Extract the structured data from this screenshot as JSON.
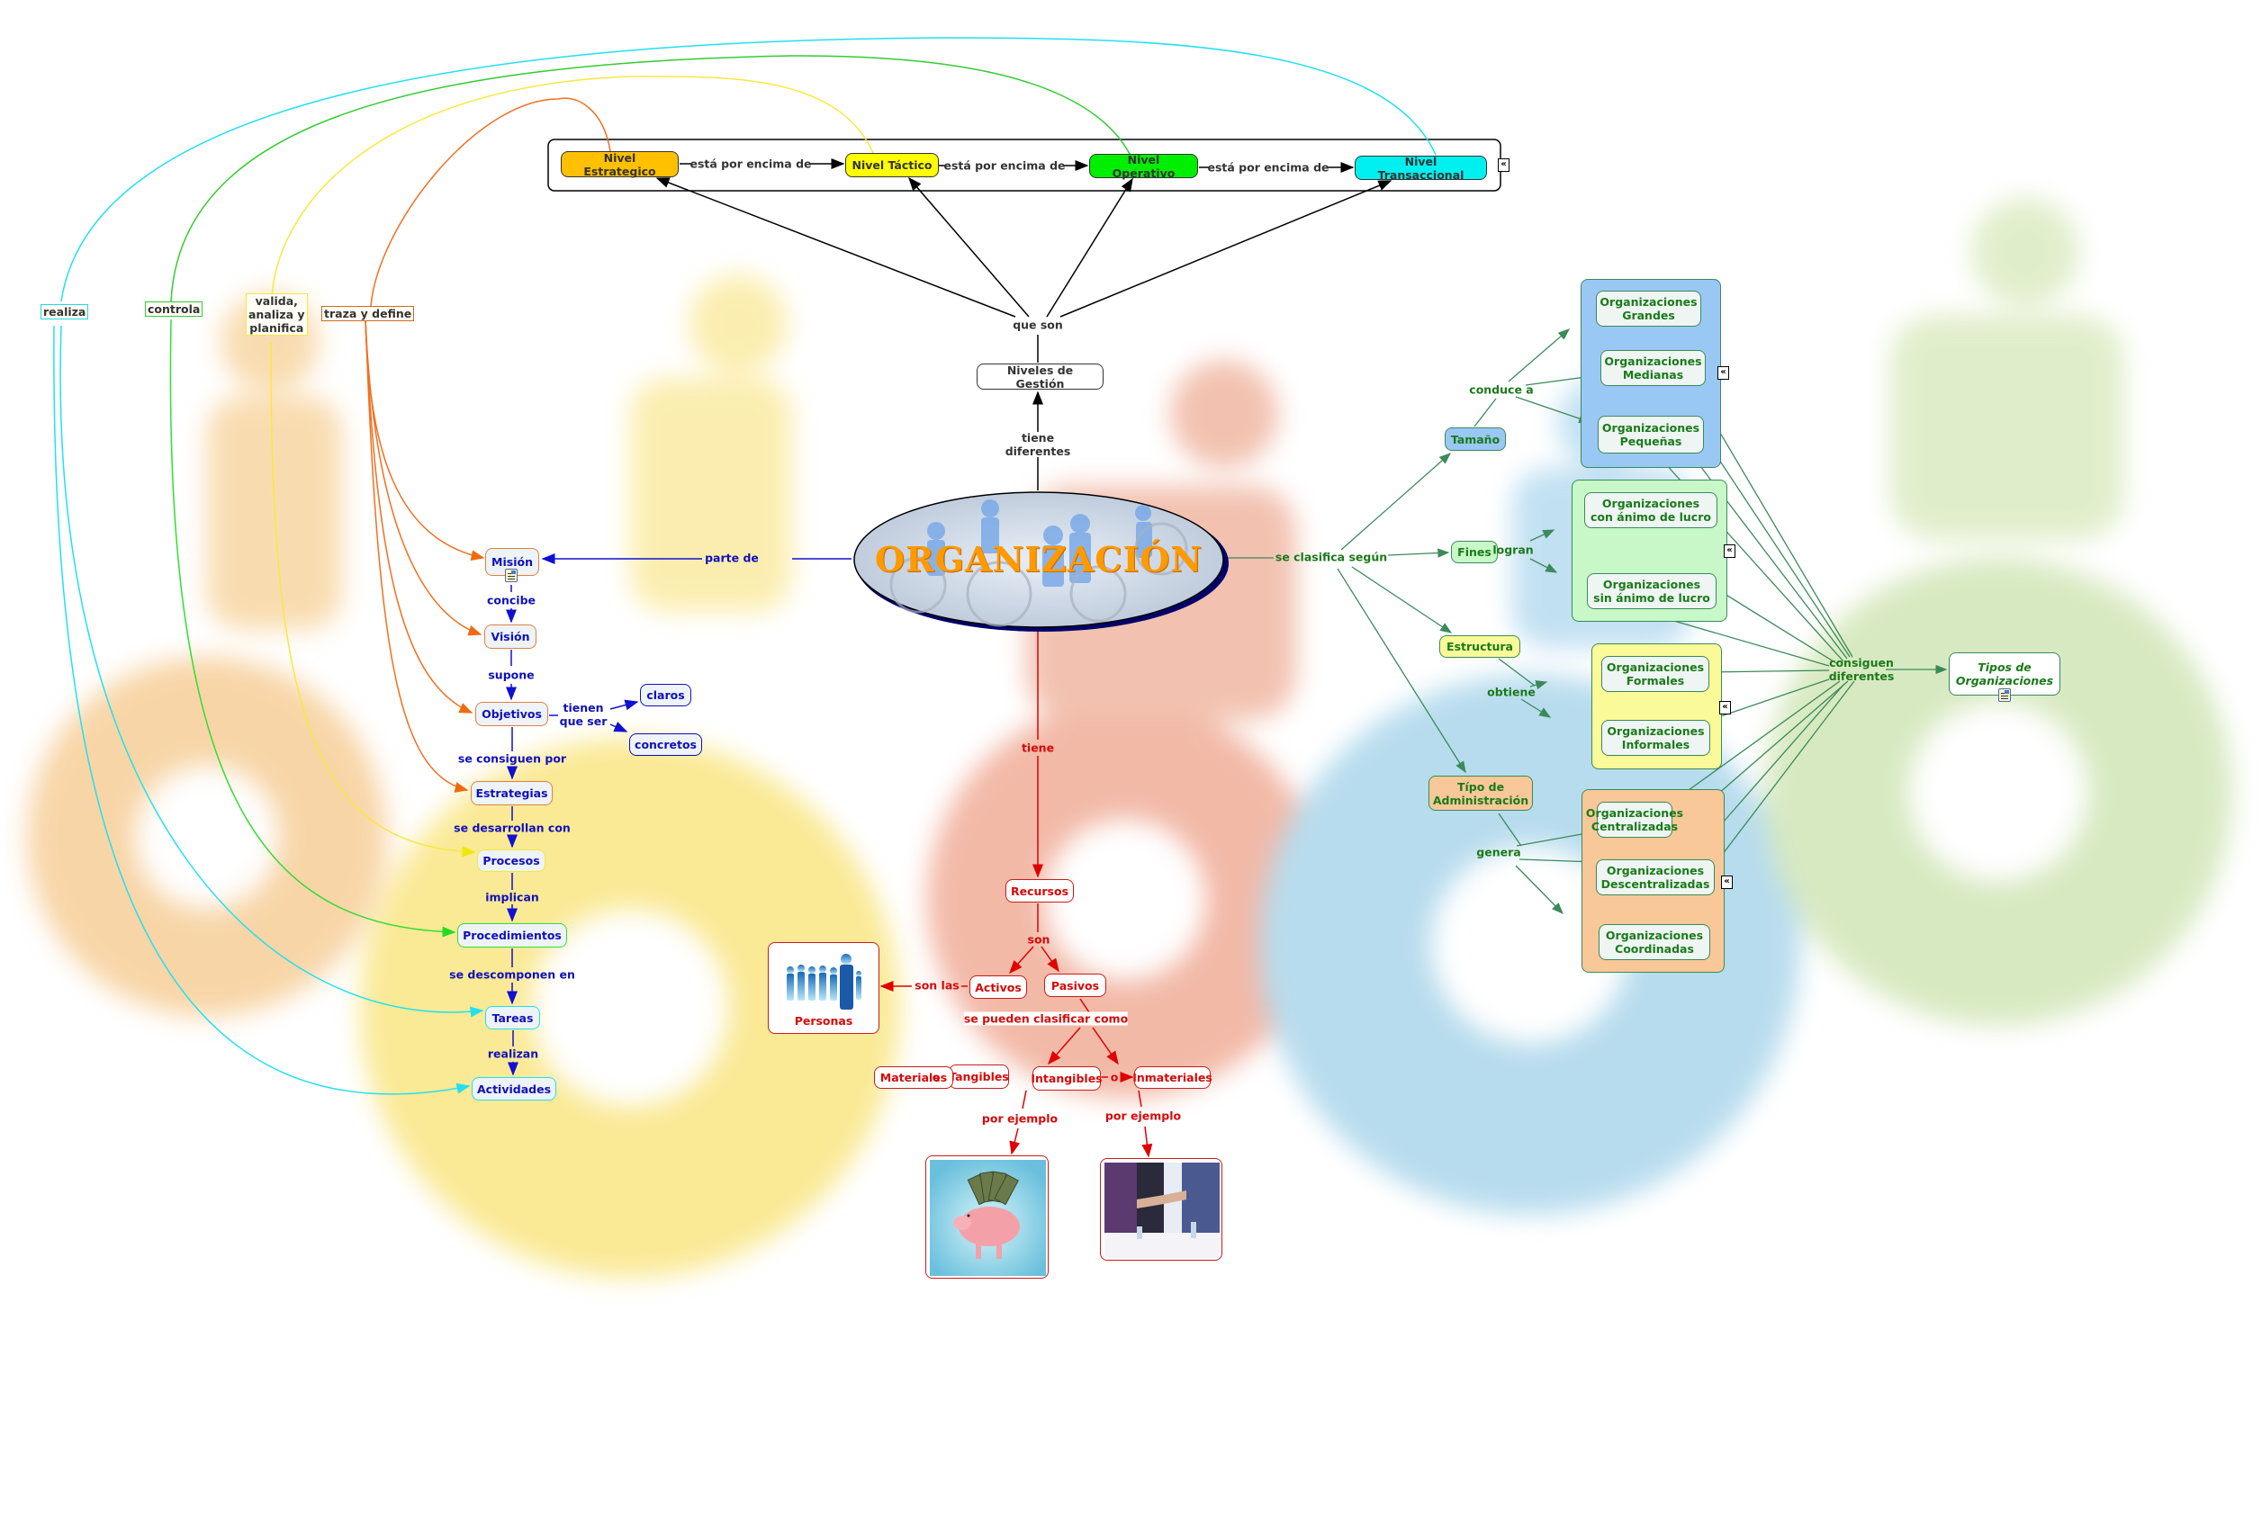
{
  "title": "Organización",
  "central": {
    "label": "ORGANIZACIÓN"
  },
  "levels": {
    "items": [
      {
        "label": "Nivel Estrategico",
        "color": "#ffc000"
      },
      {
        "label": "Nivel Táctico",
        "color": "#ffff00"
      },
      {
        "label": "Nivel Operativo",
        "color": "#00ee00"
      },
      {
        "label": "Nivel Transaccional",
        "color": "#00f0f0"
      }
    ],
    "link_label": "está por encima de",
    "que_son": "que son",
    "niveles": "Niveles de Gestión",
    "tiene_diferentes": "tiene\ndiferentes",
    "collapse": "«"
  },
  "level_tags": [
    {
      "label": "realiza",
      "color": "#22d8e8"
    },
    {
      "label": "controla",
      "color": "#33cc33"
    },
    {
      "label": "valida,\nanaliza y\nplanifica",
      "color": "#f5e840"
    },
    {
      "label": "traza y define",
      "color": "#d06a20"
    }
  ],
  "left_chain": {
    "parte_de": "parte de",
    "nodes": {
      "mision": "Misión",
      "vision": "Visión",
      "objetivos": "Objetivos",
      "claros": "claros",
      "concretos": "concretos",
      "estrategias": "Estrategias",
      "procesos": "Procesos",
      "procedimientos": "Procedimientos",
      "tareas": "Tareas",
      "actividades": "Actividades"
    },
    "links": {
      "concibe": "concibe",
      "supone": "supone",
      "tienen_que_ser": "tienen\nque ser",
      "se_consiguen_por": "se consiguen por",
      "se_desarrollan_con": "se desarrollan con",
      "implican": "implican",
      "se_descomponen_en": "se descomponen en",
      "realizan": "realizan"
    },
    "color": "#1010b8"
  },
  "resources": {
    "tiene": "tiene",
    "recursos": "Recursos",
    "son": "son",
    "activos": "Activos",
    "pasivos": "Pasivos",
    "son_las": "son las",
    "personas": "Personas",
    "se_pueden_clasificar_como": "se pueden clasificar como",
    "tangibles": "Tangibles",
    "intangibles": "Intangibles",
    "materiales": "Materiales",
    "inmateriales": "Inmateriales",
    "o": "o",
    "por_ejemplo": "por ejemplo",
    "color": "#d40a0a"
  },
  "classification": {
    "se_clasifica_segun": "se clasifica según",
    "criteria": [
      {
        "label": "Tamaño",
        "link": "conduce a",
        "color": "#9ac8f5",
        "types": [
          "Organizaciones\nGrandes",
          "Organizaciones\nMedianas",
          "Organizaciones\nPequeñas"
        ]
      },
      {
        "label": "Fines",
        "link": "logran",
        "color": "#c8f8c8",
        "types": [
          "Organizaciones\ncon ánimo de lucro",
          "Organizaciones\nsin ánimo de lucro"
        ]
      },
      {
        "label": "Estructura",
        "link": "obtiene",
        "color": "#fafa98",
        "types": [
          "Organizaciones\nFormales",
          "Organizaciones\nInformales"
        ]
      },
      {
        "label": "Típo de\nAdministración",
        "link": "genera",
        "color": "#f8c898",
        "types": [
          "Organizaciones\nCentralizadas",
          "Organizaciones\nDescentralizadas",
          "Organizaciones\nCoordinadas"
        ]
      }
    ],
    "consiguen_diferentes": "consiguen\ndiferentes",
    "tipos": "Tipos de\nOrganizaciones",
    "color": "#1a7a1a"
  }
}
